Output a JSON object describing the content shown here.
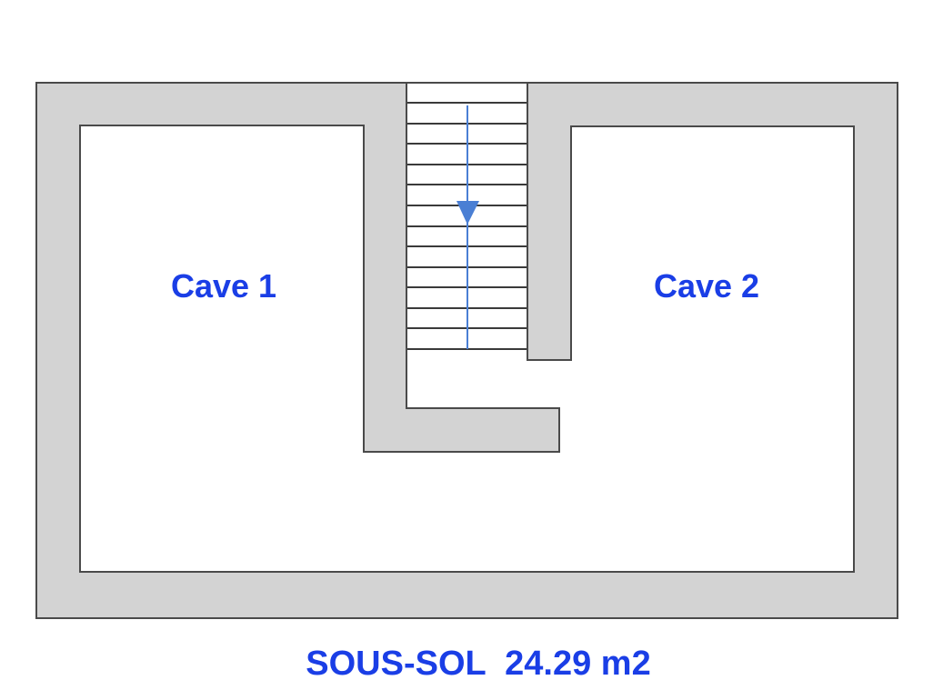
{
  "plan": {
    "rooms": [
      {
        "id": "cave-1",
        "label": "Cave 1"
      },
      {
        "id": "cave-2",
        "label": "Cave 2"
      }
    ],
    "caption": "SOUS-SOL  24.29 m2",
    "stair_direction": "down",
    "stair_tread_count": 13
  },
  "colors": {
    "wall_fill": "#d3d3d3",
    "wall_stroke": "#4a4a4a",
    "label_text": "#1a3ee6",
    "stair_arrow": "#4a7fd4"
  }
}
